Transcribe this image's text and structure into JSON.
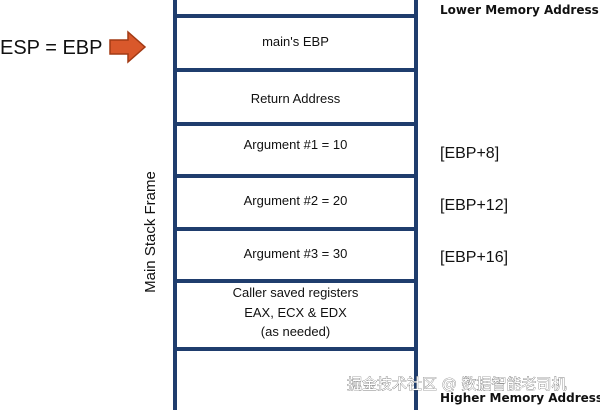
{
  "labels": {
    "lower_memory": "Lower Memory Address",
    "higher_memory": "Higher Memory Address",
    "stack_frame": "Main Stack Frame",
    "pointer": "ESP = EBP",
    "watermark": "掘金技术社区 @ 数据智能老司机"
  },
  "slots": [
    {
      "lines": [
        "main's EBP"
      ],
      "offset": ""
    },
    {
      "lines": [
        "Return Address"
      ],
      "offset": ""
    },
    {
      "lines": [
        "Argument #1 = 10"
      ],
      "offset": "[EBP+8]"
    },
    {
      "lines": [
        "Argument #2 = 20"
      ],
      "offset": "[EBP+12]"
    },
    {
      "lines": [
        "Argument #3 = 30"
      ],
      "offset": "[EBP+16]"
    },
    {
      "lines": [
        "Caller saved registers",
        "EAX, ECX & EDX",
        "(as needed)"
      ],
      "offset": ""
    }
  ],
  "colors": {
    "stack_lines": "#1f3d6d",
    "arrow_fill": "#d9582b",
    "arrow_stroke": "#a23a14"
  }
}
